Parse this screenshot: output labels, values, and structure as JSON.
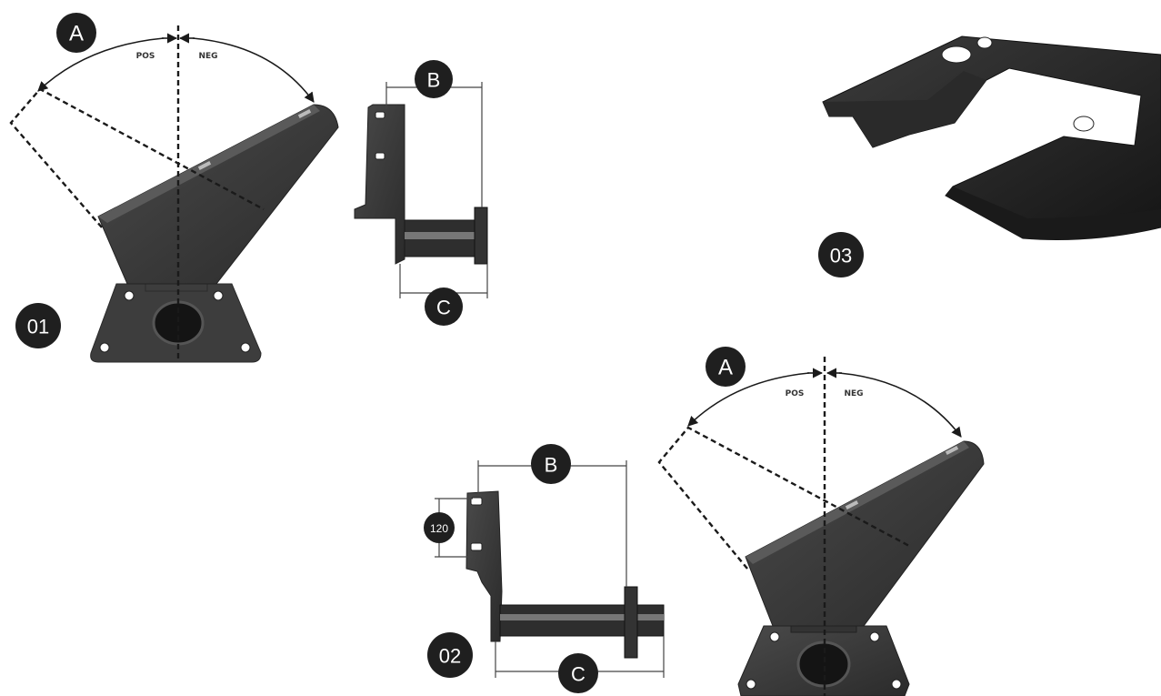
{
  "colors": {
    "badge": "#1f1f1f",
    "metal": "#3d3d3d",
    "background": "#ffffff"
  },
  "figure_01": {
    "badge": "01",
    "angle_label": "A",
    "pos_label": "POS",
    "neg_label": "NEG"
  },
  "figure_bracket_top": {
    "dim_b": "B",
    "dim_c": "C"
  },
  "figure_03": {
    "badge": "03"
  },
  "figure_02": {
    "badge": "02",
    "dim_b": "B",
    "dim_c": "C",
    "dim_spacing": "120"
  },
  "figure_mount_bottom": {
    "angle_label": "A",
    "pos_label": "POS",
    "neg_label": "NEG"
  }
}
